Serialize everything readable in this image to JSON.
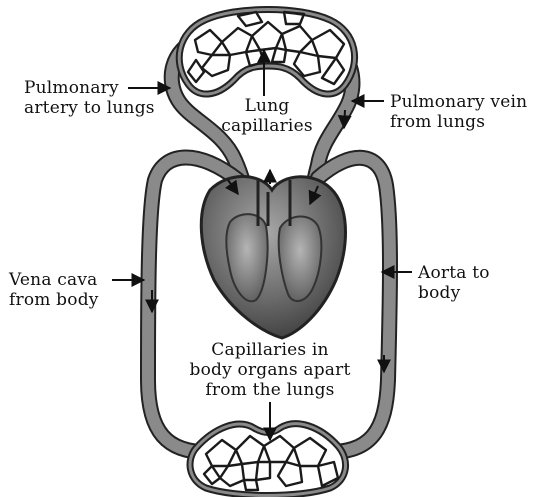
{
  "labels": {
    "pulmonary_artery": [
      "Pulmonary",
      "artery to lungs"
    ],
    "lung_capillaries": [
      "Lung",
      "capillaries"
    ],
    "pulmonary_vein": [
      "Pulmonary vein",
      "from lungs"
    ],
    "vena_cava": [
      "Vena cava",
      "from body"
    ],
    "aorta": [
      "Aorta to",
      "body"
    ],
    "body_capillaries": [
      "Capillaries in",
      "body organs apart",
      "from the lungs"
    ]
  },
  "colors": {
    "vessel": "#888888",
    "vessel_edge": "#222222",
    "heart_dark": "#555555",
    "heart_light": "#9a9a9a",
    "text": "#111111"
  }
}
